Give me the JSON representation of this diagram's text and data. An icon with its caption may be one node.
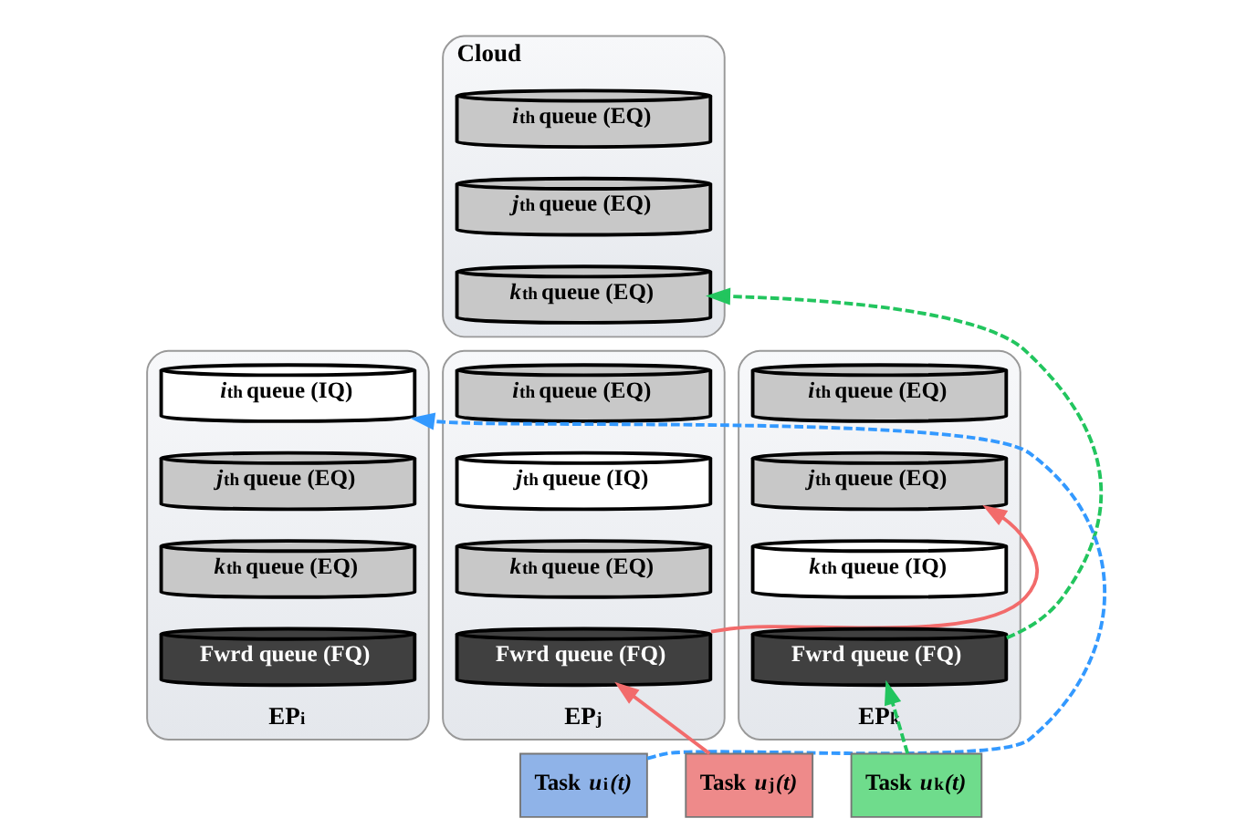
{
  "diagram": {
    "nodes": [
      {
        "text": [
          "Cloud"
        ]
      },
      {
        "text": [
          "*i*$^{th}$ queue (EQ)"
        ],
        "in": 0
      },
      {
        "text": [
          "*j*$^{th}$ queue (EQ)"
        ],
        "in": 0
      },
      {
        "text": [
          "*k*$^{th}$ queue (EQ)"
        ],
        "in": 0
      },
      {
        "text": [
          "EP$_{i}$"
        ]
      },
      {
        "text": [
          "*i*$^{th}$ queue (IQ)"
        ],
        "in": 4
      },
      {
        "text": [
          "*j*$^{th}$ queue (EQ)"
        ],
        "in": 4
      },
      {
        "text": [
          "*k*$^{th}$ queue (EQ)"
        ],
        "in": 4
      },
      {
        "text": [
          "Fwrd queue (FQ)"
        ],
        "in": 4
      },
      {
        "text": [
          "EP$_{j}$"
        ]
      },
      {
        "text": [
          "*i*$^{th}$ queue (EQ)"
        ],
        "in": 9
      },
      {
        "text": [
          "*j*$^{th}$ queue (IQ)"
        ],
        "in": 9
      },
      {
        "text": [
          "*k*$^{th}$ queue (EQ)"
        ],
        "in": 9
      },
      {
        "text": [
          "Fwrd queue (FQ)"
        ],
        "in": 9
      },
      {
        "text": [
          "EP$_{k}$"
        ]
      },
      {
        "text": [
          "*i*$^{th}$ queue (EQ)"
        ],
        "in": 14
      },
      {
        "text": [
          "*j*$^{th}$ queue (EQ)"
        ],
        "in": 14
      },
      {
        "text": [
          "*k*$^{th}$ queue (IQ)"
        ],
        "in": 14
      },
      {
        "text": [
          "Fwrd queue (FQ)"
        ],
        "in": 14
      },
      {
        "text": [
          "Task *u*$_{i}$*(t)*"
        ]
      },
      {
        "text": [
          "Task *u*$_{j}$*(t)*"
        ]
      },
      {
        "text": [
          "Task *u*$_{k}$*(t)*"
        ]
      }
    ],
    "edges": [
      {
        "from": 19,
        "to": 5,
        "arrow": "to",
        "style": "dashed",
        "color": "#3399ff"
      },
      {
        "from": 20,
        "to": 13,
        "arrow": "to",
        "color": "#f26b6b"
      },
      {
        "from": 13,
        "to": 16,
        "arrow": "to",
        "color": "#f26b6b"
      },
      {
        "from": 21,
        "to": 18,
        "arrow": "to",
        "style": "dashed",
        "color": "#22c55e"
      },
      {
        "from": 18,
        "to": 3,
        "arrow": "to",
        "style": "dashed",
        "color": "#22c55e"
      }
    ]
  }
}
